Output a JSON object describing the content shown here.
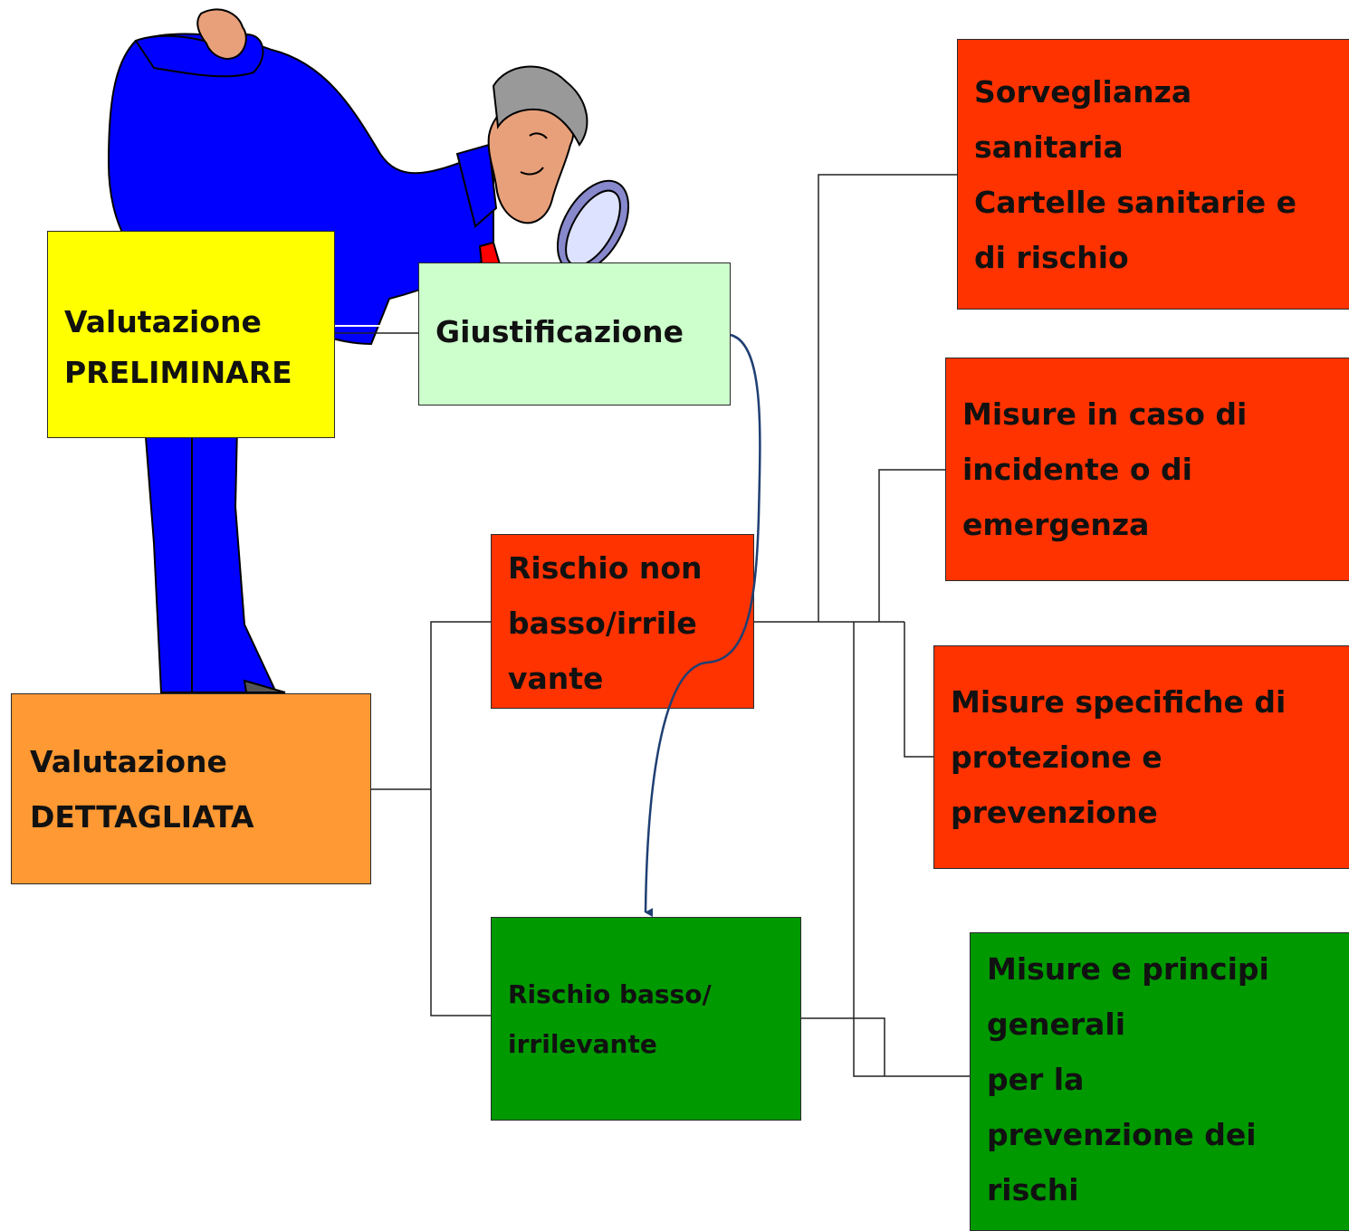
{
  "colors": {
    "yellow": "#ffff00",
    "light_green": "#ccffcc",
    "orange": "#ff9933",
    "red_orange": "#ff3300",
    "green": "#009900",
    "suit_blue": "#0000ff",
    "curve_blue": "#1f3f73"
  },
  "illustration": {
    "icon": "man-with-magnifying-glass-icon"
  },
  "boxes": {
    "preliminare": "Valutazione\nPRELIMINARE",
    "giustificazione": "Giustificazione",
    "dettagliata": "Valutazione\nDETTAGLIATA",
    "rischio_non_basso": "Rischio non\nbasso/irrile\nvante",
    "rischio_basso": "Rischio basso/\nirrilevante",
    "sorveglianza": "Sorveglianza\nsanitaria\nCartelle sanitarie e\ndi rischio",
    "incidente": "Misure in caso di\nincidente o di\nemergenza",
    "specifiche": "Misure specifiche di\nprotezione e\nprevenzione",
    "generali": "Misure e principi\ngenerali\nper la\nprevenzione dei\nrischi"
  }
}
